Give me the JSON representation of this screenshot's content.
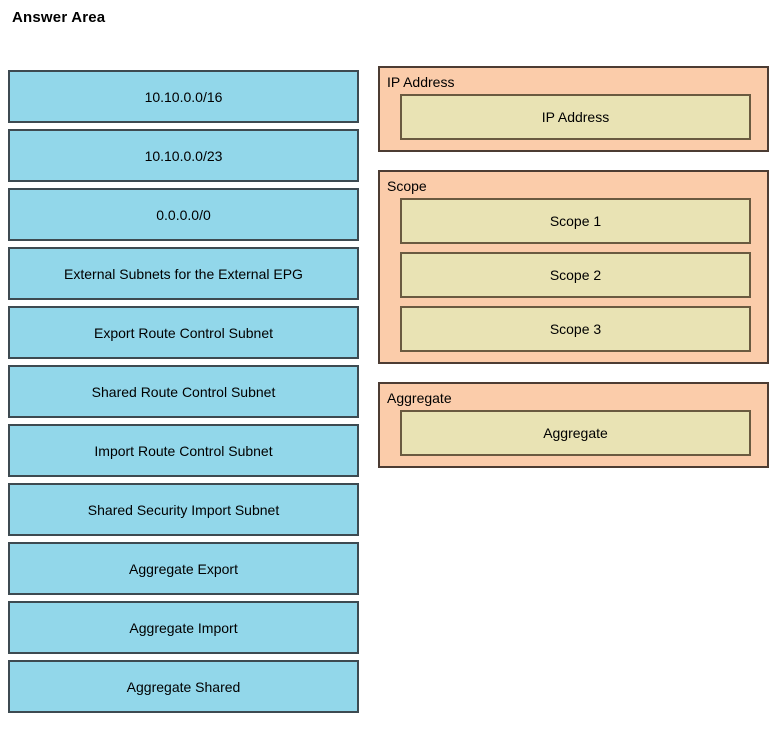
{
  "page": {
    "title": "Answer Area"
  },
  "colors": {
    "source_tile_fill": "#92d7ea",
    "source_tile_border": "#3d4a51",
    "panel_fill": "#fbccaa",
    "panel_border": "#4c3c33",
    "slot_fill": "#e9e3b4",
    "slot_border": "#6a5a40",
    "background": "#ffffff",
    "text": "#000000"
  },
  "source_tiles": [
    {
      "label": "10.10.0.0/16"
    },
    {
      "label": "10.10.0.0/23"
    },
    {
      "label": "0.0.0.0/0"
    },
    {
      "label": "External Subnets for the External EPG"
    },
    {
      "label": "Export Route Control Subnet"
    },
    {
      "label": "Shared Route Control Subnet"
    },
    {
      "label": "Import Route Control Subnet"
    },
    {
      "label": "Shared Security Import Subnet"
    },
    {
      "label": "Aggregate Export"
    },
    {
      "label": "Aggregate Import"
    },
    {
      "label": "Aggregate Shared"
    }
  ],
  "target_panels": [
    {
      "title": "IP Address",
      "slots": [
        {
          "label": "IP Address"
        }
      ]
    },
    {
      "title": "Scope",
      "slots": [
        {
          "label": "Scope 1"
        },
        {
          "label": "Scope 2"
        },
        {
          "label": "Scope 3"
        }
      ]
    },
    {
      "title": "Aggregate",
      "slots": [
        {
          "label": "Aggregate"
        }
      ]
    }
  ]
}
